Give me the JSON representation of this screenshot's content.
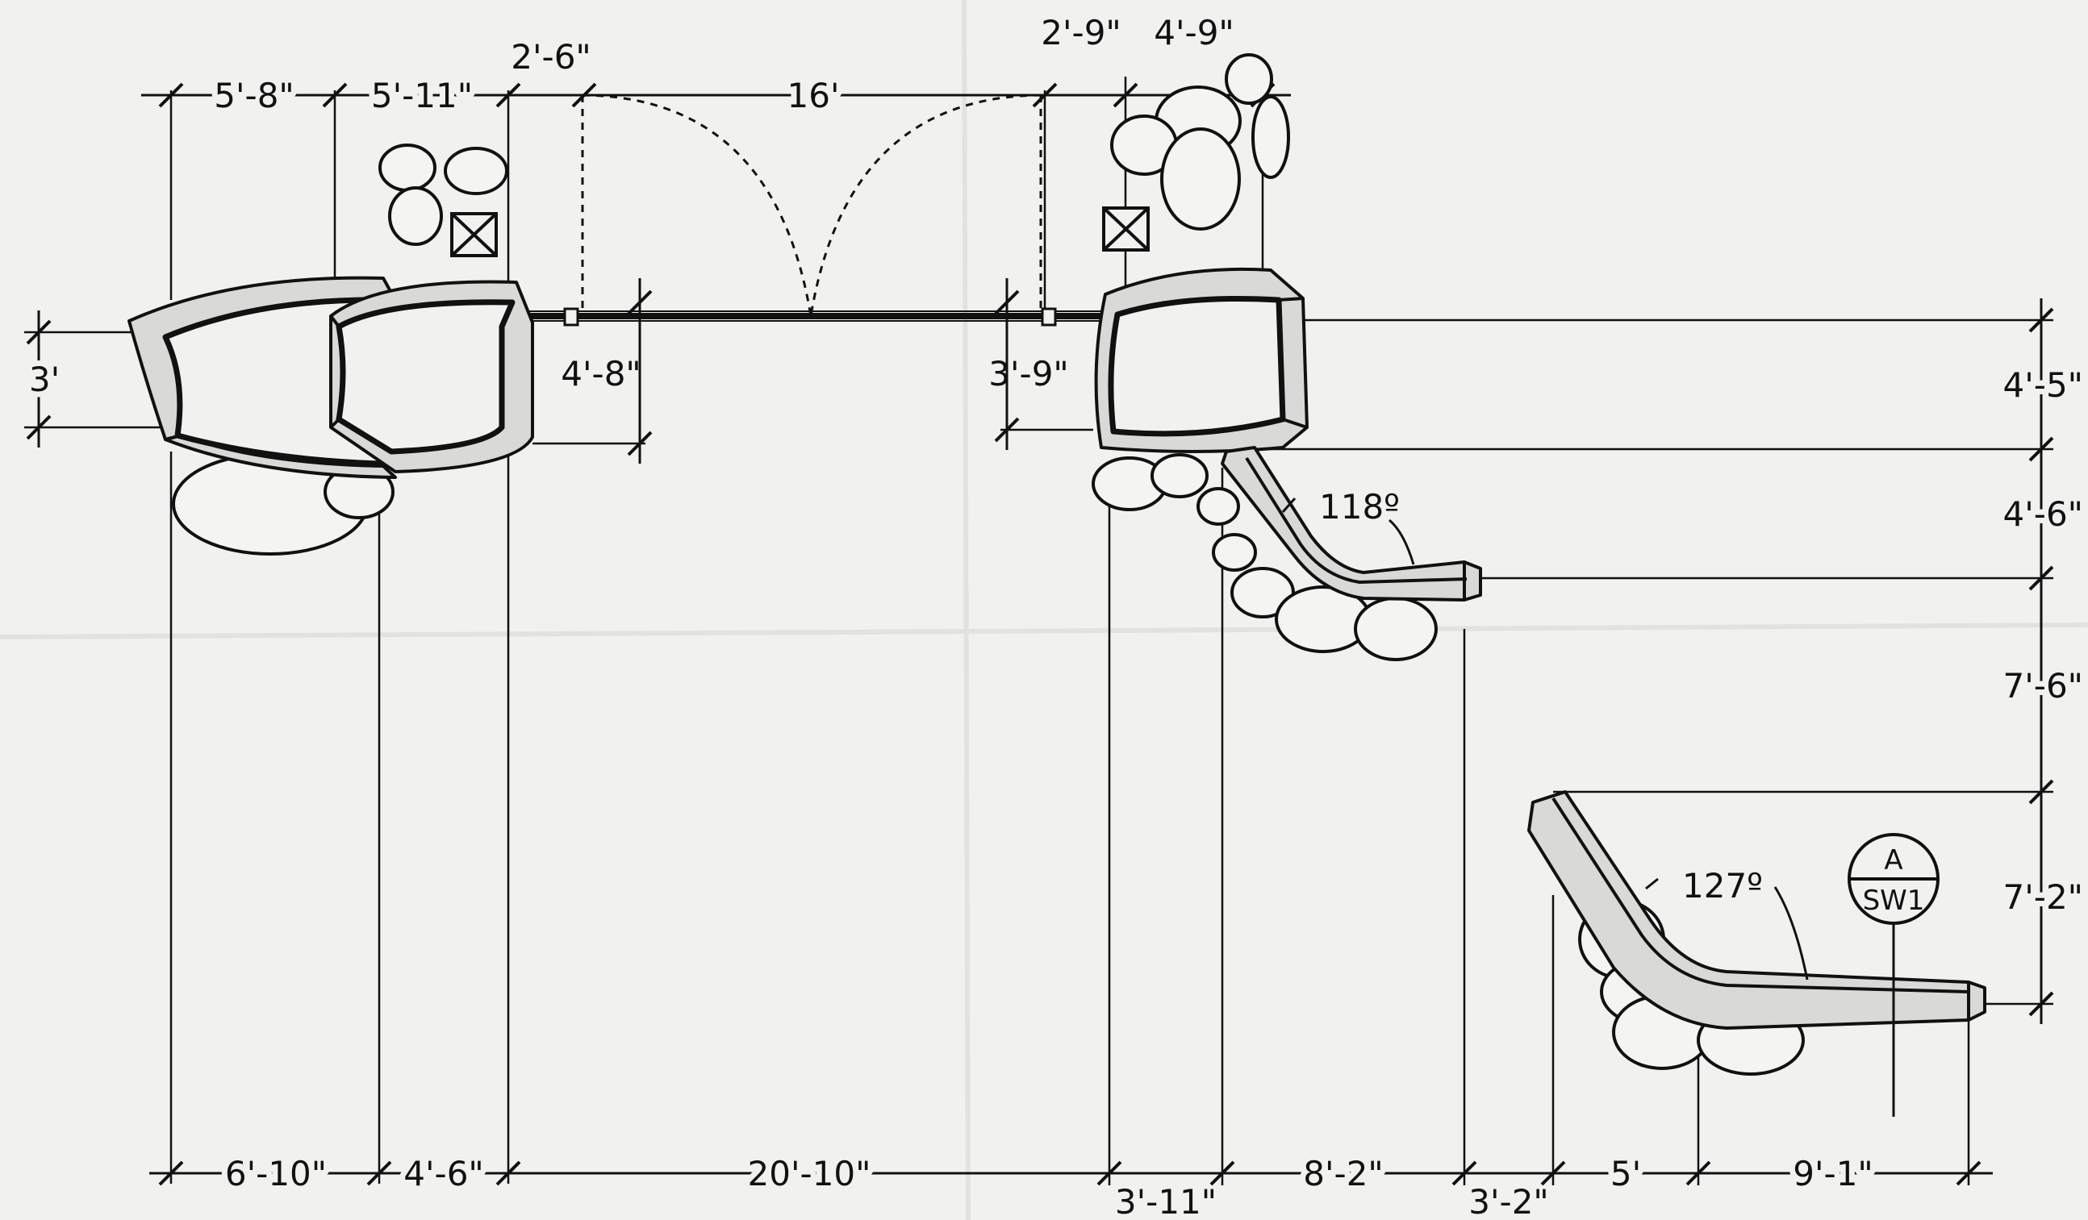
{
  "top_dimensions": [
    "5'-8\"",
    "5'-11\"",
    "2'-6\"",
    "16'",
    "2'-9\"",
    "4'-9\""
  ],
  "bottom_dimensions": [
    "6'-10\"",
    "4'-6\"",
    "20'-10\"",
    "3'-11\"",
    "8'-2\"",
    "3'-2\"",
    "5'",
    "9'-1\""
  ],
  "right_dimensions": [
    "4'-5\"",
    "4'-6\"",
    "7'-6\"",
    "7'-2\""
  ],
  "left_dimension": "3'",
  "pier_dimensions": [
    "4'-8\"",
    "3'-9\""
  ],
  "angles": [
    "118º",
    "127º"
  ],
  "section_tag": {
    "letter": "A",
    "sheet": "SW1"
  }
}
